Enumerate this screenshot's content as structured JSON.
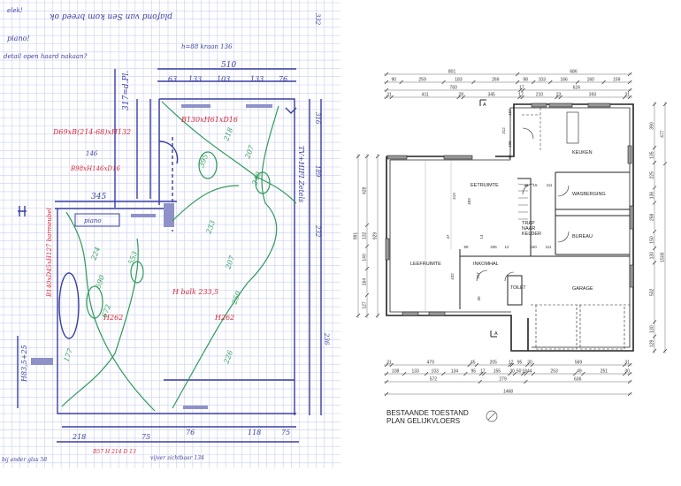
{
  "colors": {
    "grid": "#c9cfee",
    "ink_blue": "#3a3fa0",
    "ink_red": "#d8283a",
    "ink_green": "#2f9a5a",
    "wall": "#222222",
    "wall_fill": "#9a9a9a"
  },
  "sketch": {
    "top_note": "plafond van Sen kom breed ok",
    "side_notes": [
      "elek!",
      "piano!",
      "detail open haard nakaan?"
    ],
    "height_note": "h=88 kraan 136",
    "total_width": "510",
    "top_segments": [
      "63",
      "133",
      "103",
      "133",
      "76"
    ],
    "wall_height": "317=d.Pl.",
    "window_label_1": "B130xH61xD16",
    "window_label_2": "D69xB(214-68)xH132",
    "window_label_3": "B98xH146xD16",
    "width_note": "146",
    "tv_note": "TV+HIFI Zetels",
    "piano_label": "piano",
    "dim_345": "345",
    "room_height": "H balk 233,5",
    "h262_a": "H262",
    "h262_b": "H262",
    "left_note": "B140xD45xH127 barmeubel",
    "height_left": "H83,5+25",
    "green_values": [
      "218",
      "207",
      "395",
      "240",
      "233",
      "224",
      "590",
      "553",
      "672",
      "207",
      "250",
      "226",
      "177"
    ],
    "bottom_segments": [
      "218",
      "75",
      "76",
      "118",
      "75"
    ],
    "bottom_red": "B57 H 214 D 13",
    "bottom_note_1": "bij ander glas 58",
    "bottom_note_2": "vijver zichtbaar 134",
    "right_dims": [
      "332",
      "316",
      "189",
      "232",
      "236"
    ]
  },
  "plan": {
    "section_mark": "A",
    "rooms": {
      "keuken": "KEUKEN",
      "eetruimte": "EETRUIMTE",
      "wasberging": "WASBERGING",
      "bureau": "BUREAU",
      "leefruimte": "LEEFRUIMTE",
      "inkomhal": "INKOMHAL",
      "garage": "GARAGE",
      "toilet": "TOILET",
      "trap": [
        "TRAP",
        "NAAR",
        "KELDER"
      ]
    },
    "top_rows": [
      [
        "801",
        "686"
      ],
      [
        "90",
        "259",
        "183",
        "269",
        "98",
        "103",
        "166",
        "160",
        "159"
      ],
      [
        "783",
        "17",
        "624"
      ],
      [
        "31",
        "411",
        "28",
        "345",
        "17",
        "210",
        "23",
        "393",
        "31"
      ]
    ],
    "bottom_rows": [
      [
        "31",
        "479",
        "45",
        "205",
        "12",
        "95",
        "30",
        "569",
        "31"
      ],
      [
        "108",
        "133",
        "103",
        "134",
        "95",
        "17",
        "155",
        "30",
        "50",
        "18",
        "44",
        "253",
        "49",
        "251",
        "30"
      ],
      [
        "572",
        "279",
        "636"
      ],
      [
        "1468"
      ]
    ],
    "left_rows": [
      [
        "991"
      ],
      [
        "428",
        "132",
        "140",
        "164",
        "127"
      ],
      [
        "929"
      ]
    ],
    "right_rows": [
      [
        "390",
        "135",
        "225",
        "136",
        "258",
        "150",
        "130",
        "532",
        "130",
        "129"
      ],
      [
        "477",
        "1500"
      ]
    ],
    "inner_dims": [
      "312",
      "167",
      "105",
      "40",
      "419",
      "483",
      "432",
      "317",
      "30",
      "14",
      "99",
      "205",
      "12",
      "160",
      "111",
      "36",
      "15",
      "111",
      "47"
    ],
    "title_line1": "BESTAANDE  TOESTAND",
    "title_line2": "PLAN GELIJKVLOERS"
  }
}
